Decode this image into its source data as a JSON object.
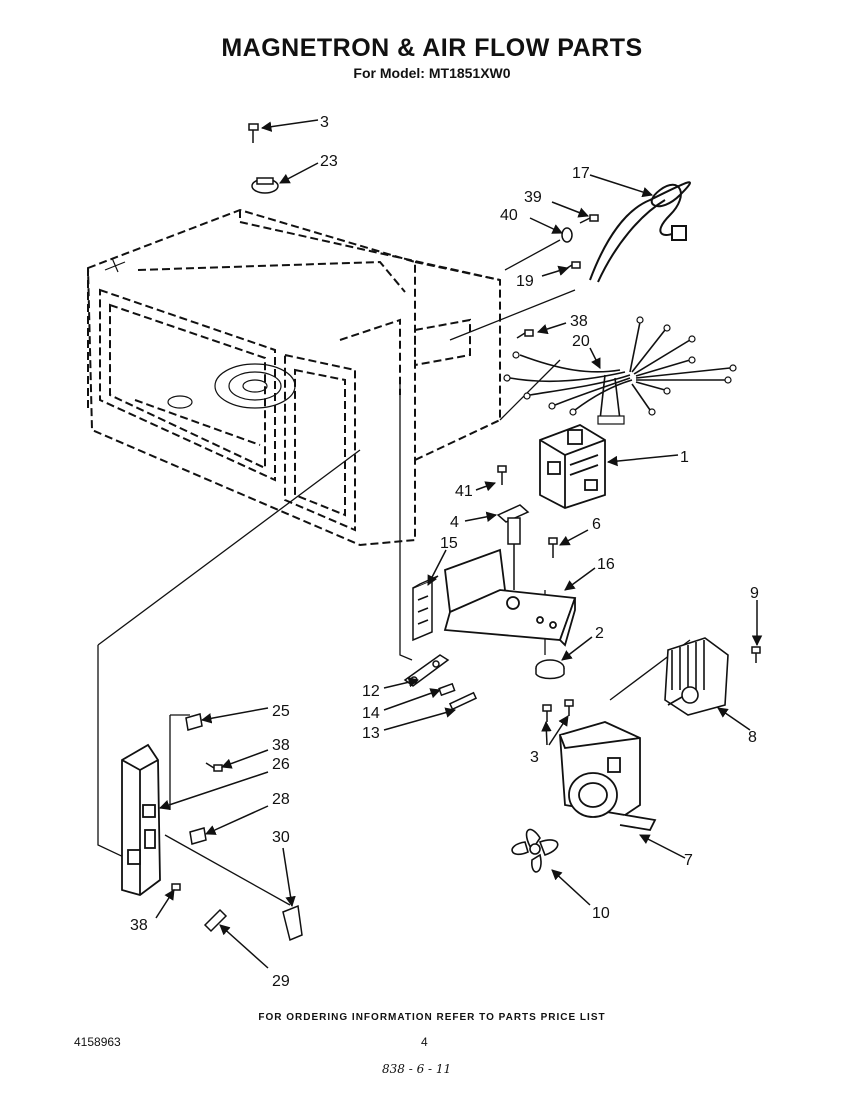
{
  "header": {
    "title": "MAGNETRON & AIR FLOW PARTS",
    "subtitle": "For Model: MT1851XW0"
  },
  "callouts": {
    "c1": "1",
    "c2": "2",
    "c3a": "3",
    "c3b": "3",
    "c4": "4",
    "c6": "6",
    "c7": "7",
    "c8": "8",
    "c9": "9",
    "c10": "10",
    "c12": "12",
    "c13": "13",
    "c14": "14",
    "c15": "15",
    "c16": "16",
    "c17": "17",
    "c19": "19",
    "c20": "20",
    "c23": "23",
    "c25": "25",
    "c26": "26",
    "c28": "28",
    "c29": "29",
    "c30": "30",
    "c38a": "38",
    "c38b": "38",
    "c38c": "38",
    "c39": "39",
    "c40": "40",
    "c41": "41"
  },
  "footer": {
    "ordering": "FOR ORDERING INFORMATION REFER TO PARTS PRICE LIST",
    "doc_number": "4158963",
    "page": "4",
    "handwritten": "838 - 6 - 11"
  }
}
